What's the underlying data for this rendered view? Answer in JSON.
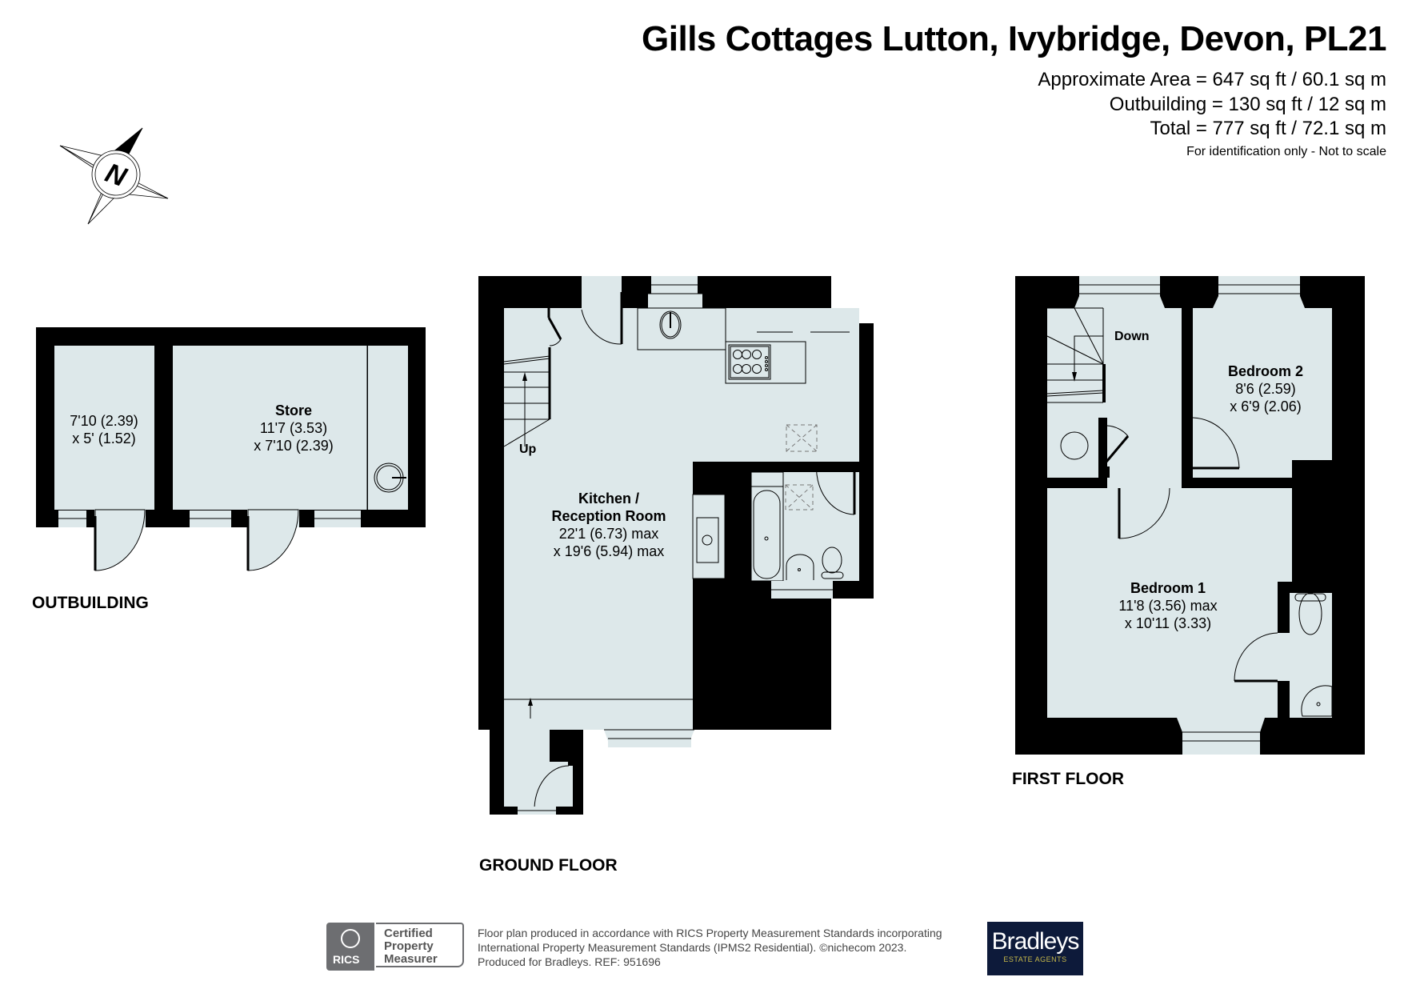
{
  "header": {
    "title": "Gills Cottages Lutton, Ivybridge, Devon, PL21",
    "areas": [
      "Approximate Area = 647 sq ft / 60.1 sq m",
      "Outbuilding = 130 sq ft / 12 sq m",
      "Total = 777 sq ft / 72.1 sq m"
    ],
    "note": "For identification only - Not to scale"
  },
  "compass": {
    "letter": "N",
    "icon": "north-compass-icon"
  },
  "colors": {
    "floor": "#dde8ea",
    "wall": "#000000",
    "background": "#ffffff",
    "brand_bg": "#0d1a3a",
    "brand_sub": "#c8b94a",
    "rics_grey": "#6d6e71"
  },
  "outbuilding": {
    "label": "OUTBUILDING",
    "rooms": [
      {
        "name": "",
        "dim1": "7'10 (2.39)",
        "dim2": "x 5' (1.52)"
      },
      {
        "name": "Store",
        "dim1": "11'7 (3.53)",
        "dim2": "x 7'10 (2.39)"
      }
    ]
  },
  "ground_floor": {
    "label": "GROUND FLOOR",
    "stairs_label": "Up",
    "rooms": [
      {
        "name": "Kitchen /",
        "name2": "Reception Room",
        "dim1": "22'1 (6.73) max",
        "dim2": "x 19'6 (5.94) max"
      }
    ]
  },
  "first_floor": {
    "label": "FIRST FLOOR",
    "stairs_label": "Down",
    "rooms": [
      {
        "name": "Bedroom 2",
        "dim1": "8'6 (2.59)",
        "dim2": "x 6'9 (2.06)"
      },
      {
        "name": "Bedroom 1",
        "dim1": "11'8 (3.56) max",
        "dim2": "x 10'11 (3.33)"
      }
    ]
  },
  "footer": {
    "rics": {
      "logo_text": "RICS",
      "cert_lines": [
        "Certified",
        "Property",
        "Measurer"
      ]
    },
    "lines": [
      "Floor plan produced in accordance with RICS Property Measurement Standards incorporating",
      "International Property Measurement Standards (IPMS2 Residential).   ©nichecom 2023.",
      "Produced for Bradleys.   REF: 951696"
    ],
    "brand": {
      "name": "Bradleys",
      "sub": "ESTATE AGENTS"
    }
  }
}
